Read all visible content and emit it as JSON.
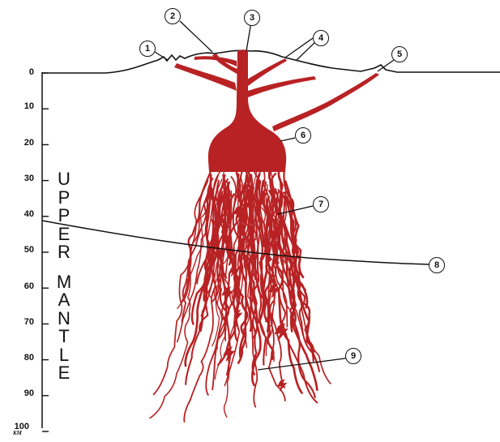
{
  "axis": {
    "ticks": [
      "0",
      "10",
      "20",
      "30",
      "40",
      "50",
      "60",
      "70",
      "80",
      "90",
      "100"
    ],
    "unit_label": "KM"
  },
  "vertical_title": "UPPER MANTLE",
  "callouts": [
    "1",
    "2",
    "3",
    "4",
    "5",
    "6",
    "7",
    "8",
    "9"
  ],
  "colors": {
    "magma": "#b82224",
    "ink": "#111111",
    "background": "#ffffff"
  },
  "icons": [
    "lightning-bolt-icon"
  ]
}
